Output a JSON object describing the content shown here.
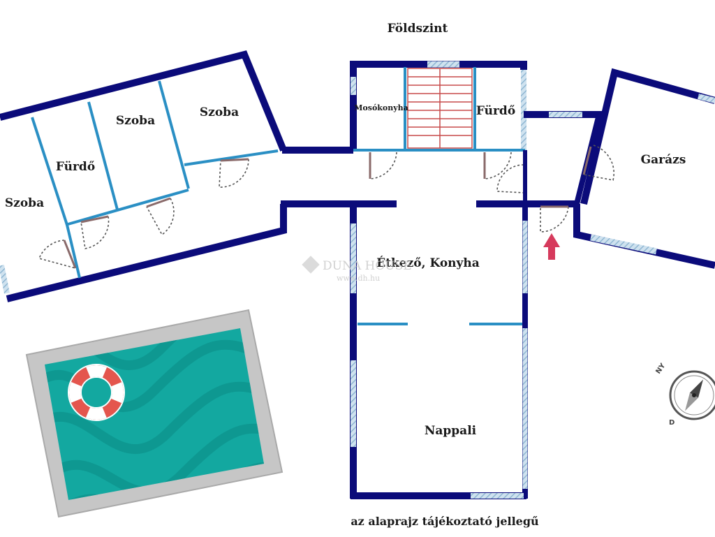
{
  "title": "Földszint",
  "footer": "az alaprajz tájékoztató jellegű",
  "rooms": {
    "szoba_left": "Szoba",
    "furdo_left": "Fürdő",
    "szoba_middle": "Szoba",
    "szoba_right": "Szoba",
    "mosokonyha": "Mosókonyha",
    "furdo_center": "Fürdő",
    "garazs": "Garázs",
    "etkezo_konyha": "Étkező, Konyha",
    "nappali": "Nappali"
  },
  "watermark": {
    "brand": "DUNA HOUSE",
    "url": "www.dh.hu"
  },
  "compass": {
    "north_label": "NY",
    "south_label": "D"
  },
  "colors": {
    "wall": "#0b0b7a",
    "inner_wall": "#2a8fc4",
    "window": "#a9c9df",
    "pool_water": "#13a8a0",
    "pool_deck": "#c6c6c6",
    "stairs": "#c74a4a",
    "entrance_arrow": "#d63a5c"
  }
}
